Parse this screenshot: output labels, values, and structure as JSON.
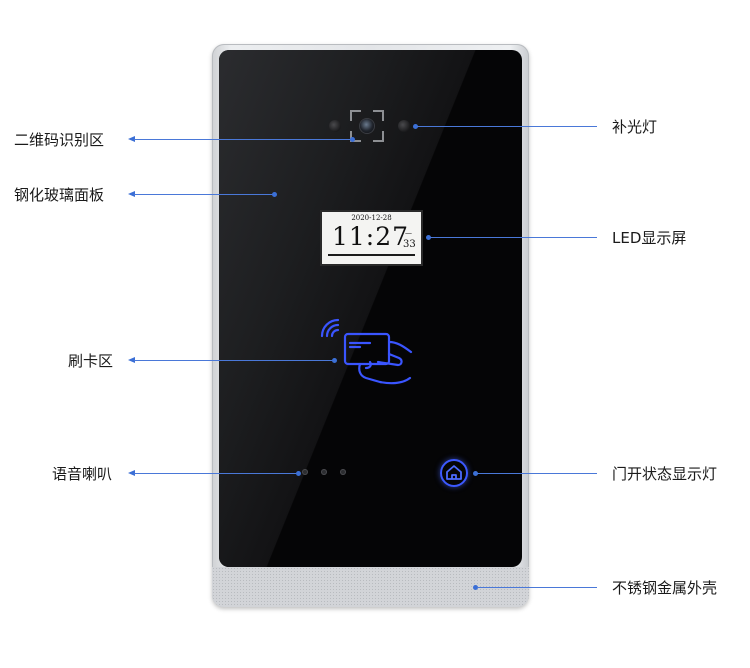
{
  "device": {
    "lcd": {
      "date": "2020-12-28",
      "time": "11:27",
      "seconds": "33",
      "seconds_top": "—"
    }
  },
  "callouts": {
    "qr_area": "二维码识别区",
    "glass_panel": "钢化玻璃面板",
    "card_area": "刷卡区",
    "speaker": "语音喇叭",
    "fill_light": "补光灯",
    "led_screen": "LED显示屏",
    "door_indicator": "门开状态显示灯",
    "metal_shell": "不锈钢金属外壳"
  },
  "colors": {
    "accent": "#3b6fd6",
    "icon_blue": "#3a55ff",
    "glass": "#050506",
    "shell": "#e3e5e8"
  },
  "icons": [
    "nfc-wave-icon",
    "card-hand-icon",
    "home-icon",
    "camera-lens-icon"
  ]
}
